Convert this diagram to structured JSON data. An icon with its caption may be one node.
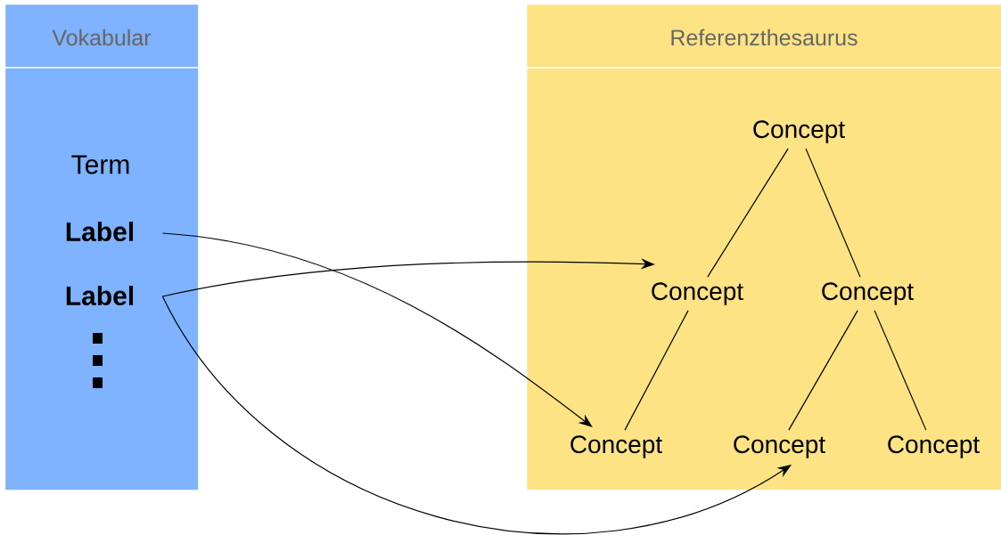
{
  "diagram": {
    "nodes": [
      {
        "text": [
          "Vokabular"
        ]
      },
      {
        "text": [
          "Term"
        ],
        "in": 0
      },
      {
        "text": [
          "**Label**"
        ],
        "in": 0
      },
      {
        "text": [
          "**Label**"
        ],
        "in": 0
      },
      {
        "text": [
          "Referenzthesaurus"
        ]
      },
      {
        "text": [
          "Concept"
        ],
        "in": 4
      },
      {
        "text": [
          "Concept"
        ],
        "in": 4
      },
      {
        "text": [
          "Concept"
        ],
        "in": 4
      },
      {
        "text": [
          "Concept"
        ],
        "in": 4
      },
      {
        "text": [
          "Concept"
        ],
        "in": 4
      },
      {
        "text": [
          "Concept"
        ],
        "in": 4
      }
    ],
    "edges": [
      {
        "from": 2,
        "to": 8,
        "arrow": "to"
      },
      {
        "from": 3,
        "to": 6,
        "arrow": "to"
      },
      {
        "from": 3,
        "to": 9,
        "arrow": "to"
      },
      {
        "from": 5,
        "to": 6,
        "arrow": "none"
      },
      {
        "from": 5,
        "to": 7,
        "arrow": "none"
      },
      {
        "from": 6,
        "to": 8,
        "arrow": "none"
      },
      {
        "from": 7,
        "to": 9,
        "arrow": "none"
      },
      {
        "from": 7,
        "to": 10,
        "arrow": "none"
      }
    ]
  }
}
